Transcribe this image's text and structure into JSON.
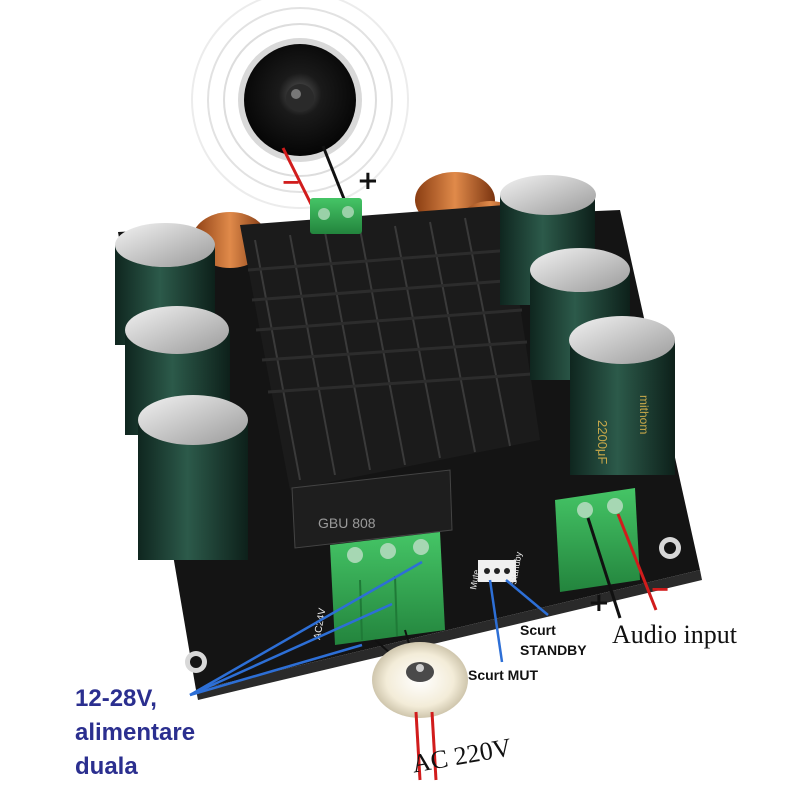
{
  "image": {
    "description_labels": {
      "speaker_minus": "−",
      "speaker_plus": "+",
      "power_note": "12-28V,\nalimentare\nduala",
      "mute_note": "Scurt MUT",
      "standby_note": "Scurt\nSTANDBY",
      "audio_plus": "+",
      "audio_minus": "−",
      "audio_input": "Audio input",
      "ac_mains": "AC 220V"
    },
    "pcb_markings": {
      "ac24v": "AC24V",
      "mute": "Mute",
      "standby": "Standby",
      "bridge": "GBU 808",
      "cap_brand": "mithom",
      "cap_value": "2200μF"
    },
    "colors": {
      "pcb": "#141414",
      "heatsink": "#1b1b1b",
      "terminal_green": "#2fa84f",
      "capacitor_green": "#1f3d33",
      "label_blue": "#2b2f8f",
      "line_blue": "#2d6fd6",
      "wire_red": "#d11c1c"
    }
  }
}
